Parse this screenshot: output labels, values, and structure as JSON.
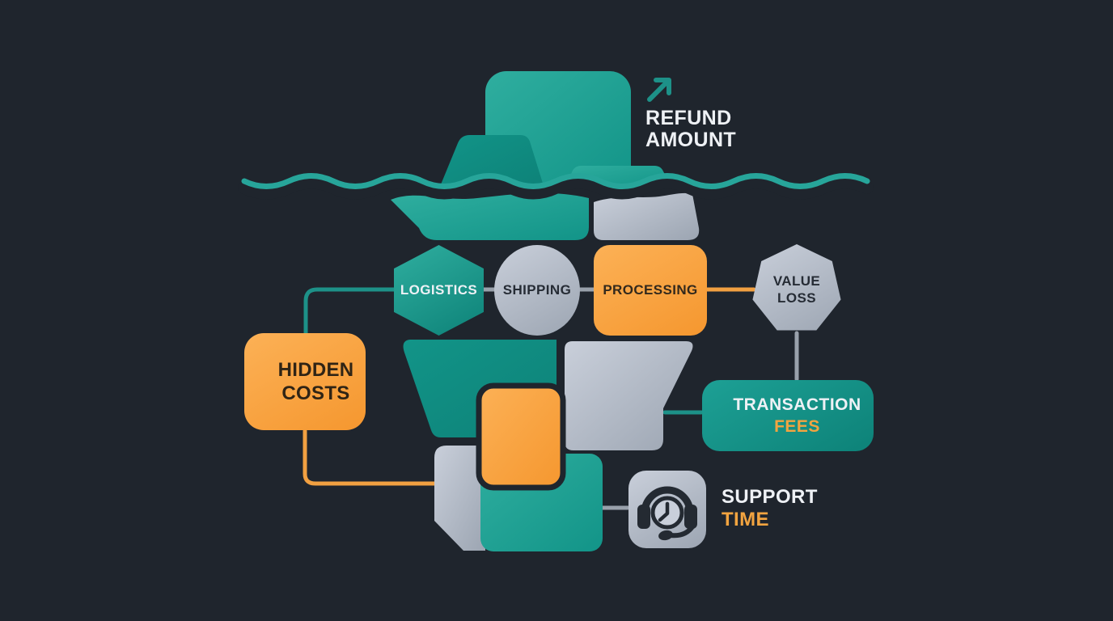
{
  "diagram": {
    "type": "iceberg-hidden-costs-infographic",
    "above_water": {
      "icon": "trend-up-arrow-icon",
      "label": {
        "line1": "REFUND",
        "line2": "AMOUNT"
      }
    },
    "nodes": {
      "logistics": {
        "label": "LOGISTICS",
        "shape": "hexagon",
        "color": "teal"
      },
      "shipping": {
        "label": "SHIPPING",
        "shape": "circle",
        "color": "gray"
      },
      "processing": {
        "label": "PROCESSING",
        "shape": "rounded-square",
        "color": "orange"
      },
      "value_loss": {
        "line1": "VALUE",
        "line2": "LOSS",
        "shape": "heptagon",
        "color": "gray"
      },
      "hidden_costs": {
        "line1": "HIDDEN",
        "line2": "COSTS",
        "shape": "rounded-rect",
        "color": "orange"
      },
      "transaction_fees": {
        "line1": "TRANSACTION",
        "line2": "FEES",
        "shape": "rounded-rect",
        "color": "teal"
      },
      "support_time": {
        "line1": "SUPPORT",
        "line2": "TIME",
        "icon": "headset-clock-icon",
        "color": "gray"
      }
    },
    "connections": [
      {
        "from": "logistics",
        "to": "shipping",
        "color": "gray"
      },
      {
        "from": "shipping",
        "to": "processing",
        "color": "gray"
      },
      {
        "from": "processing",
        "to": "value_loss",
        "color": "orange"
      },
      {
        "from": "value_loss",
        "to": "transaction_fees",
        "color": "gray"
      },
      {
        "from": "logistics",
        "to": "hidden_costs",
        "color": "teal"
      },
      {
        "from": "hidden_costs",
        "to": "iceberg-cluster",
        "color": "orange"
      },
      {
        "from": "iceberg-cluster",
        "to": "transaction_fees",
        "color": "teal"
      },
      {
        "from": "iceberg-cluster",
        "to": "support_time",
        "color": "gray"
      }
    ]
  },
  "colors": {
    "background": "#1f252d",
    "teal": "#129488",
    "teal_light": "#2fae9f",
    "teal_dark": "#0d8278",
    "orange": "#f5972f",
    "orange_light": "#fcb156",
    "gray": "#9ca5b2",
    "gray_light": "#c9cfda",
    "text_light": "#eef1f5",
    "text_dark": "#262c35",
    "accent_orange": "#f2a440",
    "line_gray": "#99a1ab",
    "line_teal": "#1d9188",
    "line_orange": "#f1a041",
    "waterline": "#27a59a",
    "icon_dark": "#242a32"
  }
}
